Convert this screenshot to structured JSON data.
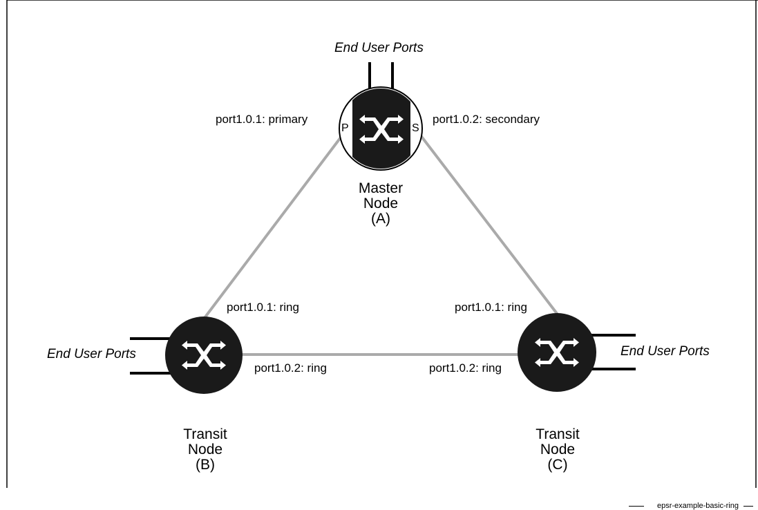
{
  "diagram": {
    "nodes": [
      {
        "id": "A",
        "lines": [
          "Master",
          "Node",
          "(A)"
        ]
      },
      {
        "id": "B",
        "lines": [
          "Transit",
          "Node",
          "(B)"
        ]
      },
      {
        "id": "C",
        "lines": [
          "Transit",
          "Node",
          "(C)"
        ]
      }
    ],
    "master_ports": {
      "primary_mark": "P",
      "secondary_mark": "S"
    },
    "port_labels": {
      "a_primary": "port1.0.1: primary",
      "a_secondary": "port1.0.2: secondary",
      "b_ring1": "port1.0.1: ring",
      "b_ring2": "port1.0.2: ring",
      "c_ring1": "port1.0.1: ring",
      "c_ring2": "port1.0.2: ring"
    },
    "end_user_ports": {
      "top": "End User Ports",
      "left": "End User Ports",
      "right": "End User Ports"
    },
    "caption": "epsr-example-basic-ring",
    "colors": {
      "ring_link": "#aaaaaa",
      "node_fill": "#1a1a1a",
      "frame": "#000000"
    }
  }
}
